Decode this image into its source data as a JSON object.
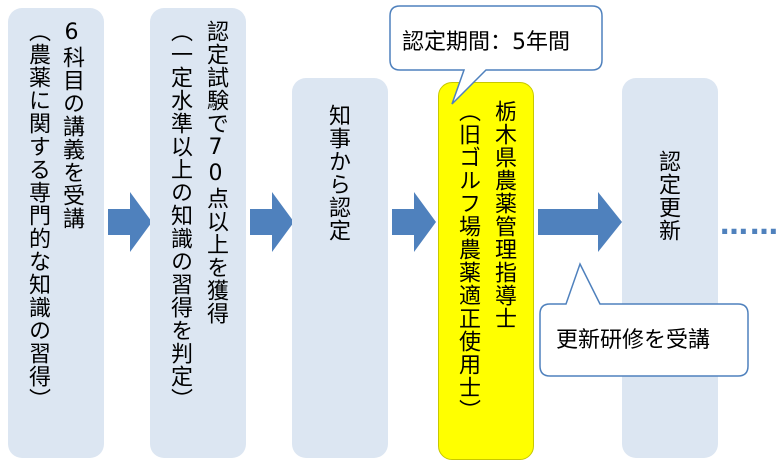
{
  "steps": [
    {
      "col1": "6科目の講義を受講",
      "col2": "（農薬に関する専門的な知識の習得）"
    },
    {
      "col1": "認定試験で70点以上を獲得",
      "col2": "（一定水準以上の知識の習得を判定）"
    },
    {
      "col1": "知事から認定"
    },
    {
      "col1": "栃木県農薬管理指導士",
      "col2": "（旧ゴルフ場農薬適正使用士）"
    },
    {
      "col1": "認定更新"
    }
  ],
  "callouts": {
    "period": "認定期間：5年間",
    "renewal": "更新研修を受講"
  },
  "continuation": "……",
  "colors": {
    "box": "#dce6f2",
    "highlight": "#ffff00",
    "arrow": "#4f81bd"
  }
}
